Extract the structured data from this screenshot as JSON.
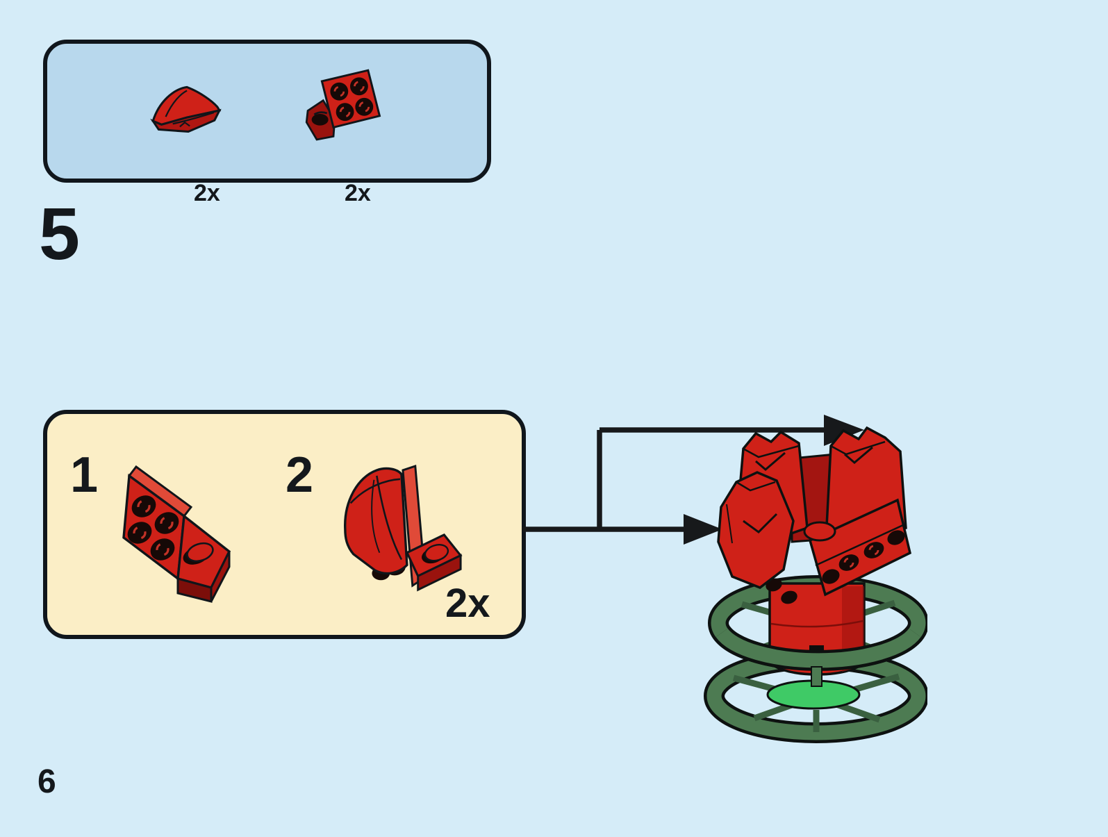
{
  "page": {
    "step_number": "5",
    "page_number": "6",
    "background_color": "#d5ecf8"
  },
  "parts_callout": {
    "fill_color": "#b8d8ed",
    "border_color": "#10161c",
    "items": [
      {
        "part": "red-curved-slope-brick",
        "qty": "2x"
      },
      {
        "part": "red-inverted-bracket-plate",
        "qty": "2x"
      }
    ]
  },
  "substeps": {
    "fill_color": "#fbeec6",
    "border_color": "#10161c",
    "qty": "2x",
    "steps": [
      {
        "label": "1",
        "part": "red-inverted-bracket-plate"
      },
      {
        "label": "2",
        "part": "bracket-with-curved-slope-attached"
      }
    ]
  },
  "assembly": {
    "description": "rose-bud-of-red-curved-slopes-on-two-dark-green-rings-with-bright-green-round-plate",
    "colors": {
      "red": "#cf2118",
      "red_dark": "#9a130e",
      "red_deep": "#7c0e0a",
      "red_light": "#e04a38",
      "green_dark": "#4d7b52",
      "green_bright": "#3fca66",
      "outline": "#10151a"
    }
  },
  "arrow_color": "#17191b"
}
